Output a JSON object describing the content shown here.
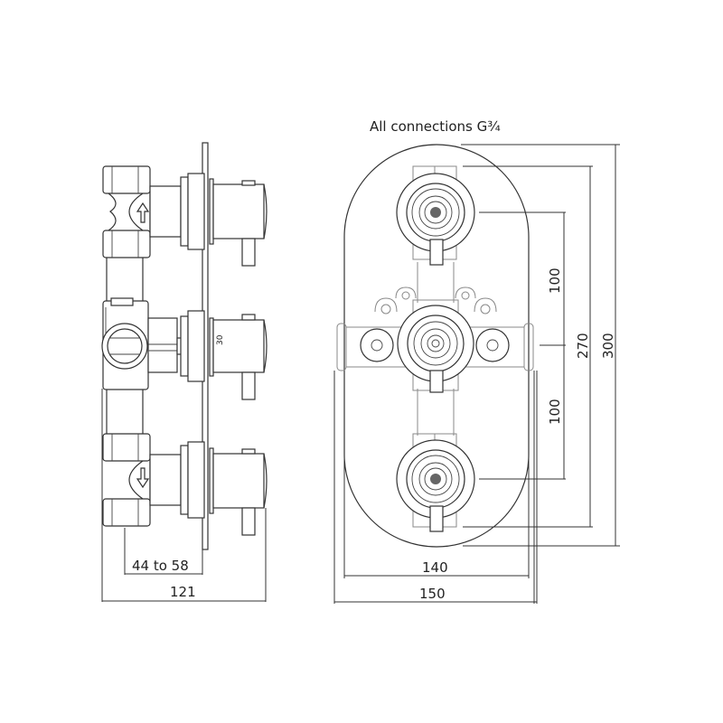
{
  "diagram": {
    "title": "All connections G¾",
    "side_view": {
      "label_valve_text": "30",
      "dimensions": {
        "wall_depth": "44 to 58",
        "overall_depth": "121"
      },
      "arrows": [
        "up-arrow",
        "down-arrow"
      ]
    },
    "front_view": {
      "dimensions": {
        "spacing_upper": "100",
        "spacing_lower": "100",
        "centers_outer": "270",
        "plate_height": "300",
        "body_width": "140",
        "plate_width": "150"
      }
    },
    "colors": {
      "line": "#333333",
      "light_line": "#888888",
      "background": "#ffffff"
    }
  }
}
